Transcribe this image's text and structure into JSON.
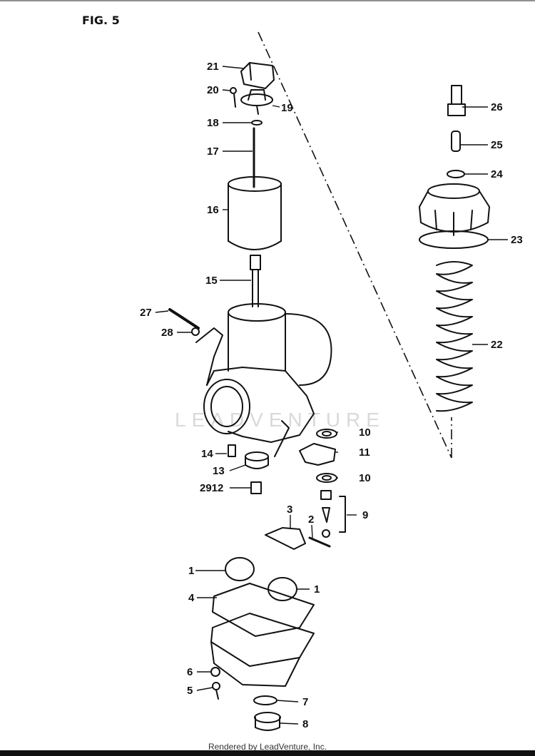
{
  "figure_label": "FIG. 5",
  "watermark": "LEADVENTURE",
  "footer": "Rendered by LeadVenture, Inc.",
  "callouts": [
    "1",
    "1",
    "2",
    "3",
    "4",
    "5",
    "6",
    "7",
    "8",
    "9",
    "10",
    "10",
    "11",
    "13",
    "14",
    "2912",
    "15",
    "16",
    "17",
    "18",
    "19",
    "20",
    "21",
    "22",
    "23",
    "24",
    "25",
    "26",
    "27",
    "28"
  ]
}
